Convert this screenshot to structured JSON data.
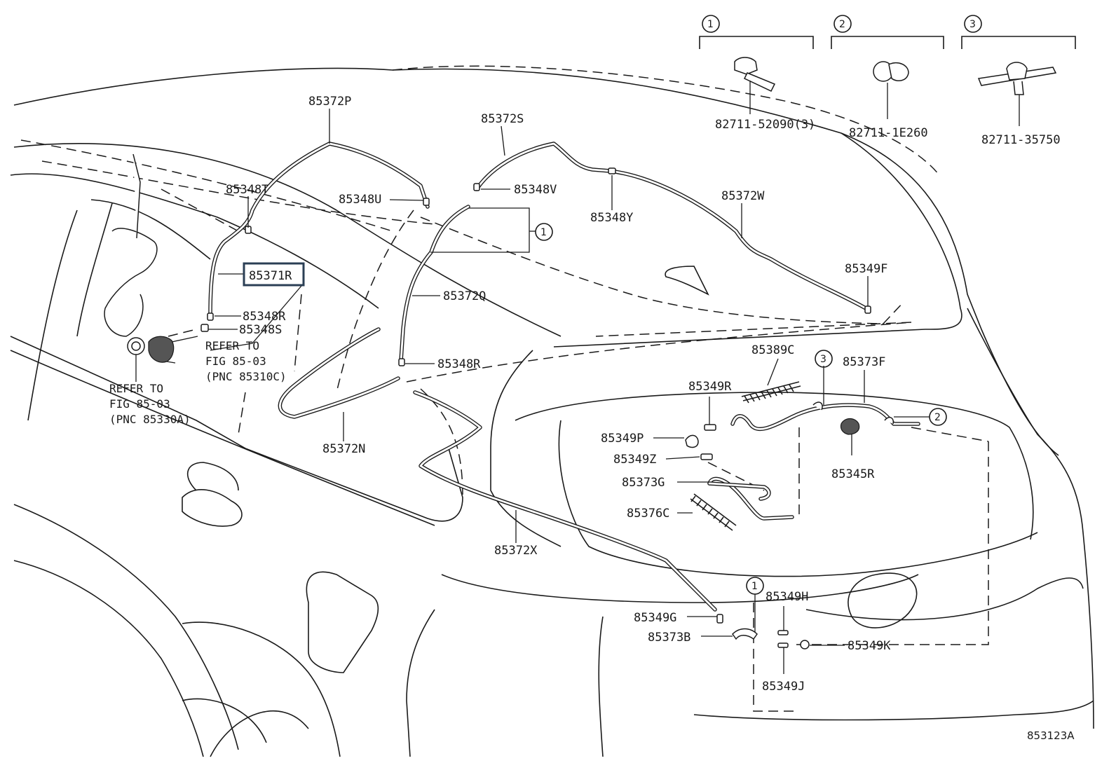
{
  "labels": {
    "p_85372P": "85372P",
    "p_85372S": "85372S",
    "p_85348T": "85348T",
    "p_85348U": "85348U",
    "p_85348V": "85348V",
    "p_85348Y": "85348Y",
    "p_85372W": "85372W",
    "p_85371R": "85371R",
    "p_85348R_a": "85348R",
    "p_85348S": "85348S",
    "p_85372Q": "85372Q",
    "p_85349F": "85349F",
    "p_85389C": "85389C",
    "p_85373F": "85373F",
    "p_85349R": "85349R",
    "p_85348R_b": "85348R",
    "p_85349P": "85349P",
    "p_85349Z": "85349Z",
    "p_85373G": "85373G",
    "p_85376C": "85376C",
    "p_85345R": "85345R",
    "p_85372N": "85372N",
    "p_85372X": "85372X",
    "p_85349H": "85349H",
    "p_85349G": "85349G",
    "p_85373B": "85373B",
    "p_85349K": "85349K",
    "p_85349J": "85349J"
  },
  "references": {
    "ref1": [
      "REFER TO",
      "FIG 85-03",
      "(PNC 85310C)"
    ],
    "ref2": [
      "REFER TO",
      "FIG 85-03",
      "(PNC 85330A)"
    ]
  },
  "clips": [
    {
      "index": "1",
      "part_number": "82711-52090(3)"
    },
    {
      "index": "2",
      "part_number": "82711-1E260"
    },
    {
      "index": "3",
      "part_number": "82711-35750"
    }
  ],
  "callouts": {
    "c1": "1",
    "c2": "2",
    "c3": "3"
  },
  "highlighted_part": "85371R",
  "figure_code": "853123A"
}
